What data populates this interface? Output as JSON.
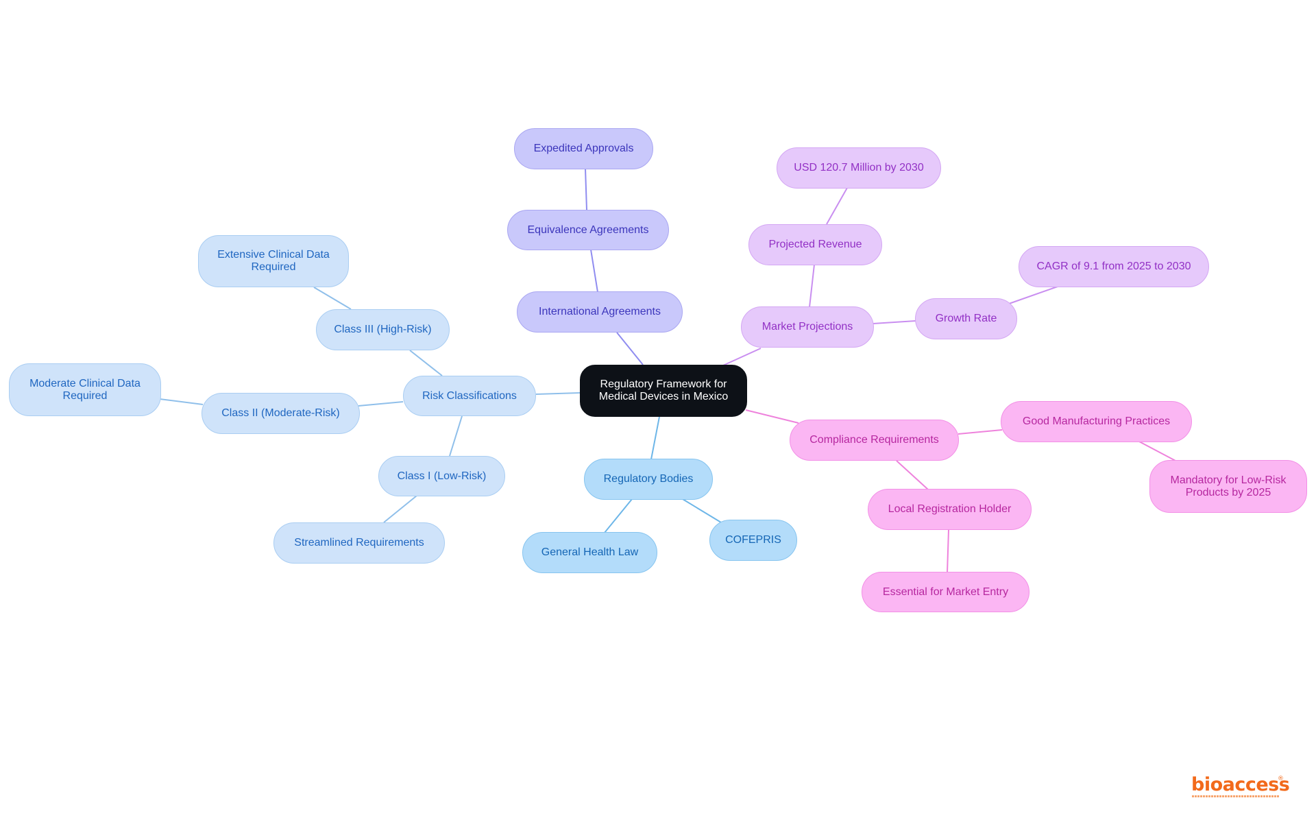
{
  "title": "Regulatory Framework for\nMedical Devices in Mexico",
  "branches": {
    "risk": {
      "label": "Risk Classifications",
      "class3": "Class III (High-Risk)",
      "class3_detail": "Extensive Clinical Data\nRequired",
      "class2": "Class II (Moderate-Risk)",
      "class2_detail": "Moderate Clinical Data\nRequired",
      "class1": "Class I (Low-Risk)",
      "class1_detail": "Streamlined Requirements"
    },
    "regulatory": {
      "label": "Regulatory Bodies",
      "law": "General Health Law",
      "agency": "COFEPRIS"
    },
    "international": {
      "label": "International Agreements",
      "equivalence": "Equivalence Agreements",
      "expedited": "Expedited Approvals"
    },
    "market": {
      "label": "Market Projections",
      "revenue": "Projected Revenue",
      "revenue_value": "USD 120.7 Million by 2030",
      "growth": "Growth Rate",
      "growth_value": "CAGR of 9.1 from 2025 to 2030"
    },
    "compliance": {
      "label": "Compliance Requirements",
      "gmp": "Good Manufacturing Practices",
      "gmp_detail": "Mandatory for Low-Risk\nProducts by 2025",
      "holder": "Local Registration Holder",
      "holder_detail": "Essential for Market Entry"
    }
  },
  "logo": {
    "text": "bioaccess",
    "mark": "®"
  },
  "colors": {
    "root": "#0d1117",
    "risk_line": "#8fbfea",
    "regulatory_line": "#6db6e8",
    "international_line": "#8f8cf0",
    "market_line": "#c98ef0",
    "compliance_line": "#ee82dc",
    "brand": "#f26a1b"
  }
}
